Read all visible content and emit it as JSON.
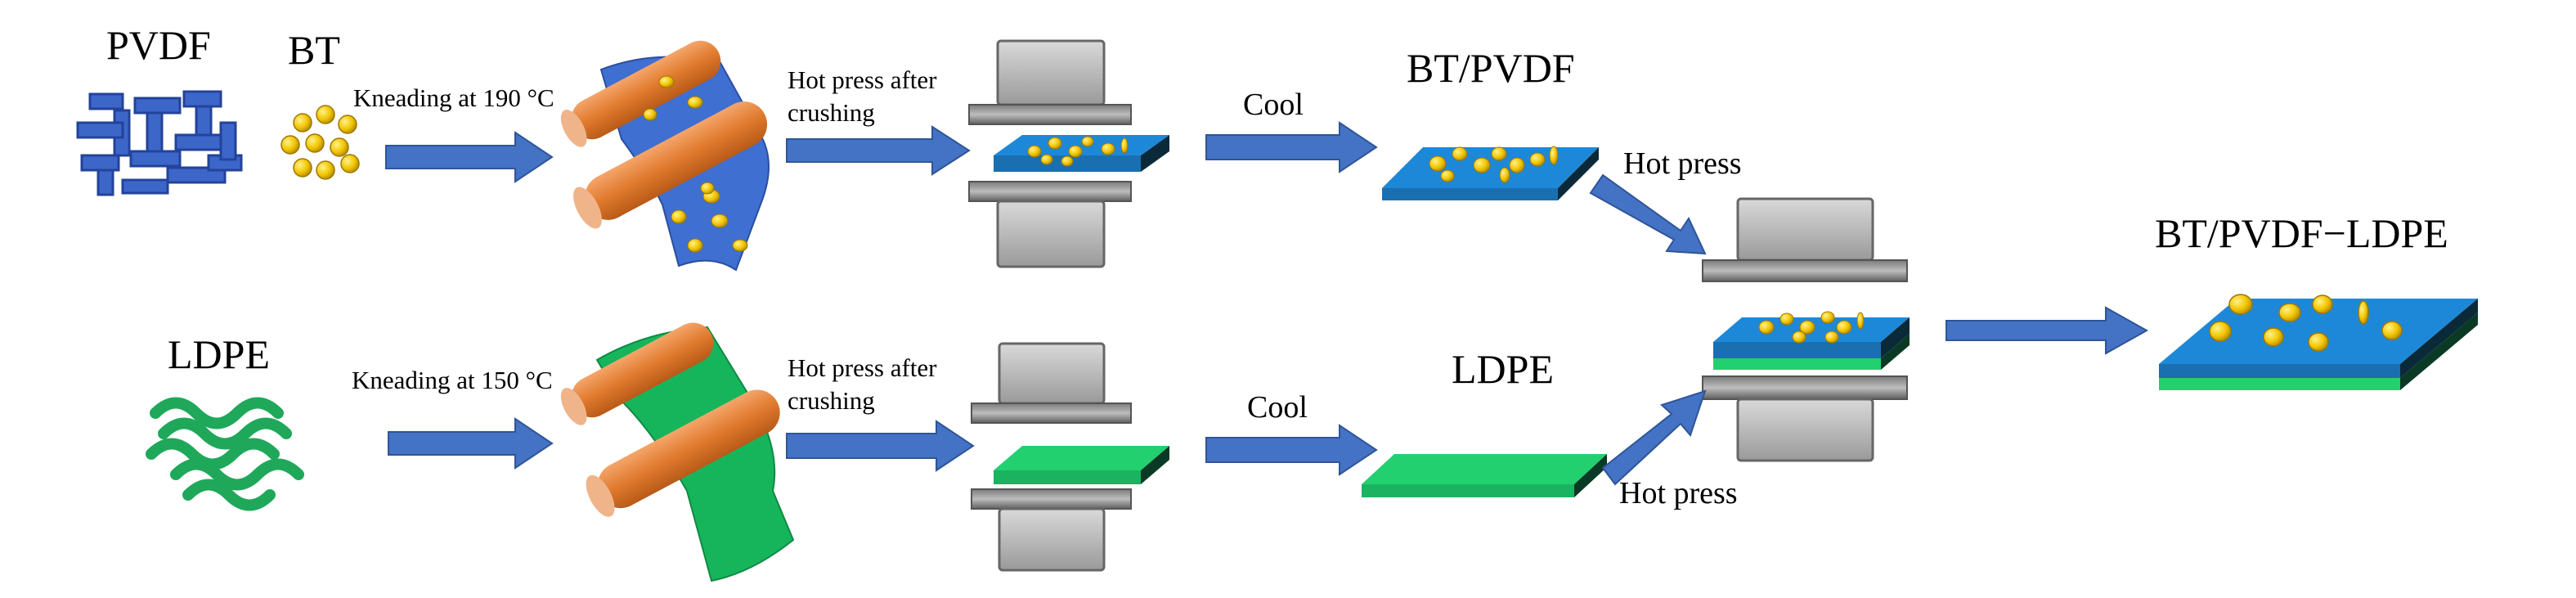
{
  "labels": {
    "pvdf": "PVDF",
    "bt": "BT",
    "ldpe": "LDPE",
    "kneading_top": "Kneading at 190 °C",
    "kneading_bottom": "Kneading at 150 °C",
    "hot_press_crush_top_1": "Hot press after",
    "hot_press_crush_top_2": "crushing",
    "hot_press_crush_bottom_1": "Hot press after",
    "hot_press_crush_bottom_2": "crushing",
    "cool_top": "Cool",
    "cool_bottom": "Cool",
    "bt_pvdf": "BT/PVDF",
    "ldpe_film": "LDPE",
    "hot_press_top": "Hot press",
    "hot_press_bottom": "Hot press",
    "final": "BT/PVDF−LDPE"
  },
  "colors": {
    "arrow": "#4472C4",
    "pvdf_blue": "#1E88D8",
    "pvdf_dark": "#0a2a3a",
    "ldpe_green": "#22D070",
    "ldpe_dark": "#0a3a25",
    "roller": "#E07A2E",
    "press_grey": "#8C8C8C",
    "particle": "#F2C500",
    "wrinkle_green": "#1FA85A"
  }
}
